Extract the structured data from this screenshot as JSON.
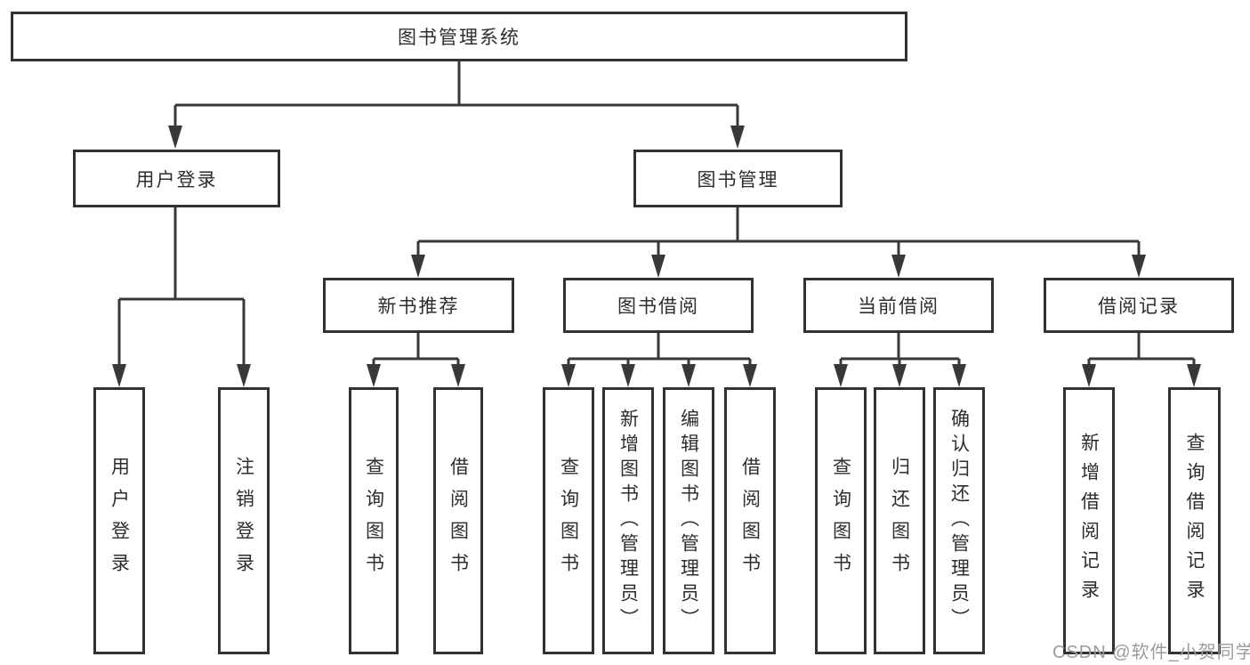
{
  "diagram": {
    "title": "图书管理系统",
    "branches": [
      {
        "label": "用户登录",
        "children": [
          "用户登录",
          "注销登录"
        ]
      },
      {
        "label": "图书管理",
        "children": [
          {
            "label": "新书推荐",
            "children": [
              "查询图书",
              "借阅图书"
            ]
          },
          {
            "label": "图书借阅",
            "children": [
              "查询图书",
              "新增图书（管理员）",
              "编辑图书（管理员）",
              "借阅图书"
            ]
          },
          {
            "label": "当前借阅",
            "children": [
              "查询图书",
              "归还图书",
              "确认归还（管理员）"
            ]
          },
          {
            "label": "借阅记录",
            "children": [
              "新增借阅记录",
              "查询借阅记录"
            ]
          }
        ]
      }
    ]
  },
  "watermark": {
    "text": "CSDN @软件_小贺同学"
  },
  "colors": {
    "line": "#383838",
    "box_border": "#323232",
    "box_background": "#ffffff",
    "text": "#2d2d2d",
    "watermark": "#9c9c9c"
  }
}
